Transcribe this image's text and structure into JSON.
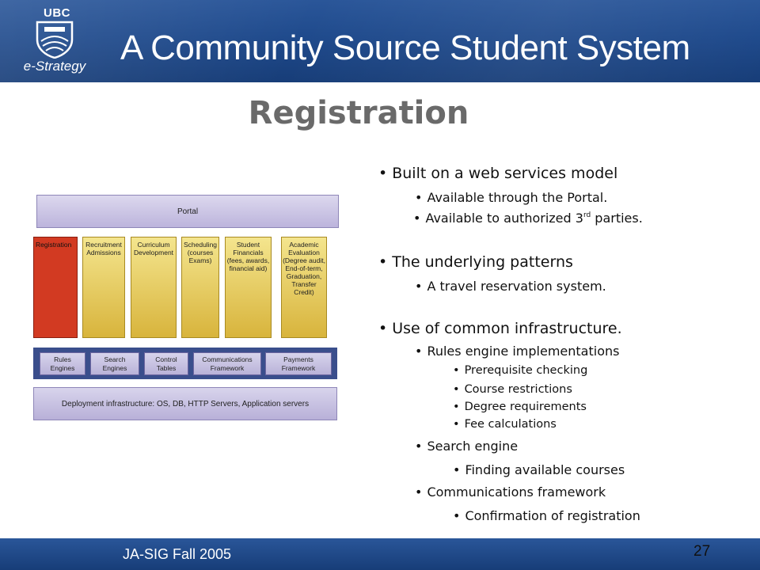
{
  "header": {
    "logo_text": "UBC",
    "brand_text": "e-Strategy",
    "title": "A Community Source Student System"
  },
  "slide": {
    "title": "Registration",
    "page_number": "27"
  },
  "footer": {
    "text": "JA-SIG Fall 2005"
  },
  "diagram": {
    "portal": "Portal",
    "modules": [
      "Registration",
      "Recruitment\nAdmissions",
      "Curriculum\nDevelopment",
      "Scheduling\n(courses\nExams)",
      "Student\nFinancials\n(fees, awards,\nfinancial aid)",
      "Academic\nEvaluation\n(Degree audit,\nEnd-of-term,\nGraduation,\nTransfer\nCredit)"
    ],
    "infrastructure": [
      "Rules\nEngines",
      "Search\nEngines",
      "Control\nTables",
      "Communications\nFramework",
      "Payments\nFramework"
    ],
    "deployment": "Deployment infrastructure: OS, DB, HTTP Servers, Application servers",
    "colors": {
      "registration": "#d23a22",
      "module": "#e8cc5c",
      "infra_band": "#3a4e8c",
      "portal": "#c8c2e2"
    }
  },
  "bullets": {
    "b1": "Built on a web services model",
    "b1_1": "Available through the Portal.",
    "b1_2_pre": "Available to authorized 3",
    "b1_2_sup": "rd",
    "b1_2_post": " parties.",
    "b2": "The underlying patterns",
    "b2_1": "A travel reservation system.",
    "b3": "Use of common infrastructure.",
    "b3_1": "Rules engine implementations",
    "b3_1_1": "Prerequisite checking",
    "b3_1_2": "Course restrictions",
    "b3_1_3": "Degree requirements",
    "b3_1_4": "Fee calculations",
    "b3_2": "Search engine",
    "b3_2_1": "Finding available courses",
    "b3_3": "Communications framework",
    "b3_3_1": "Confirmation of registration"
  },
  "bullet_char": "•"
}
